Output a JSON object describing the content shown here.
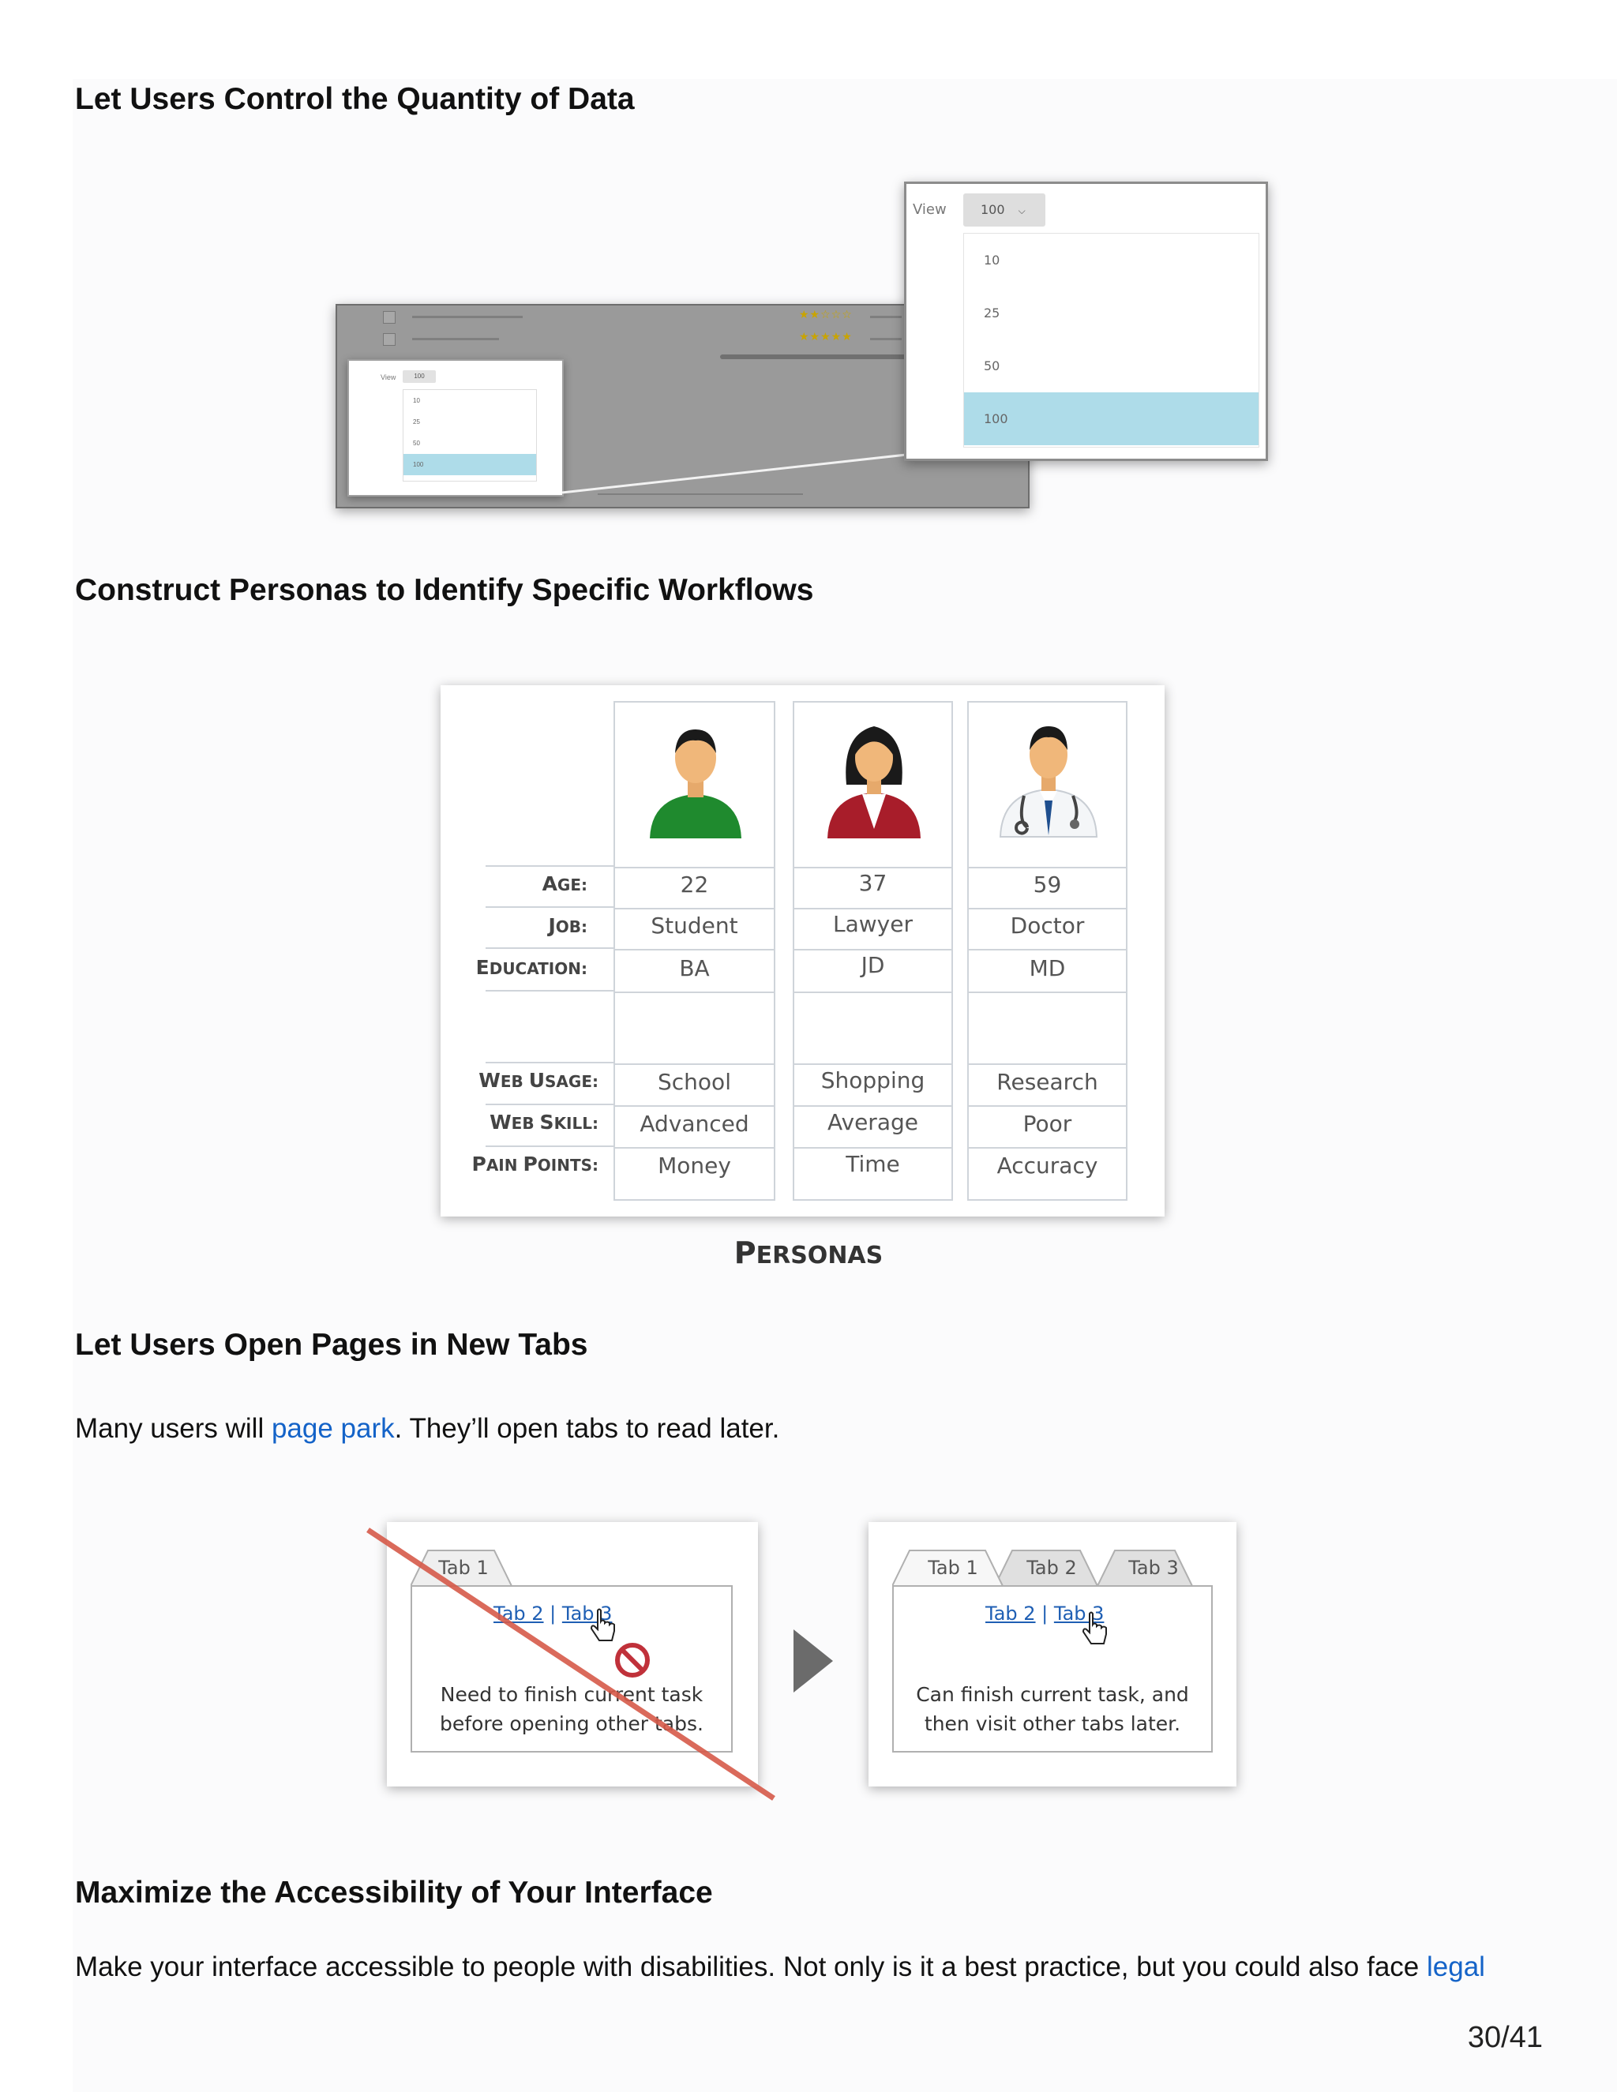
{
  "sections": {
    "quantity": {
      "heading": "Let Users Control the Quantity of Data"
    },
    "personas": {
      "heading": "Construct Personas to Identify Specific Workflows"
    },
    "tabs": {
      "heading": "Let Users Open Pages in New Tabs",
      "text_before": "Many users will ",
      "link": "page park",
      "text_after": ". They’ll open tabs to read later."
    },
    "accessibility": {
      "heading": "Maximize the Accessibility of Your Interface",
      "text": "Make your interface accessible to people with disabilities. Not only is it a best practice, but you could also face ",
      "link": "legal"
    }
  },
  "view_dropdown": {
    "label": "View",
    "selected": "100",
    "options": [
      "10",
      "25",
      "50",
      "100"
    ]
  },
  "personas_table": {
    "caption_first": "P",
    "caption_rest": "ERSONAS",
    "row_labels": [
      {
        "first": "A",
        "rest": "GE:"
      },
      {
        "first": "J",
        "rest": "OB:"
      },
      {
        "first": "E",
        "rest": "DUCATION:"
      },
      {
        "first": "W",
        "rest": "EB ",
        "first2": "U",
        "rest2": "SAGE:"
      },
      {
        "first": "W",
        "rest": "EB ",
        "first2": "S",
        "rest2": "KILL:"
      },
      {
        "first": "P",
        "rest": "AIN ",
        "first2": "P",
        "rest2": "OINTS:"
      }
    ],
    "people": [
      {
        "icon": "student-icon",
        "age": "22",
        "job": "Student",
        "education": "BA",
        "web_usage": "School",
        "web_skill": "Advanced",
        "pain_points": "Money",
        "color": "#1f8a2e"
      },
      {
        "icon": "lawyer-icon",
        "age": "37",
        "job": "Lawyer",
        "education": "JD",
        "web_usage": "Shopping",
        "web_skill": "Average",
        "pain_points": "Time",
        "color": "#a81d2a"
      },
      {
        "icon": "doctor-icon",
        "age": "59",
        "job": "Doctor",
        "education": "MD",
        "web_usage": "Research",
        "web_skill": "Poor",
        "pain_points": "Accuracy",
        "color": "#1f4f8f"
      }
    ]
  },
  "tab_figures": {
    "bad": {
      "tabs": [
        "Tab 1"
      ],
      "link_a": "Tab 2",
      "sep": " | ",
      "link_b": "Tab 3",
      "caption_line1": "Need to finish current task",
      "caption_line2": "before opening other tabs."
    },
    "good": {
      "tabs": [
        "Tab 1",
        "Tab 2",
        "Tab 3"
      ],
      "link_a": "Tab 2",
      "sep": " | ",
      "link_b": "Tab 3",
      "caption_line1": "Can finish current task, and",
      "caption_line2": "then visit other tabs later."
    }
  },
  "page_number": "30/41"
}
